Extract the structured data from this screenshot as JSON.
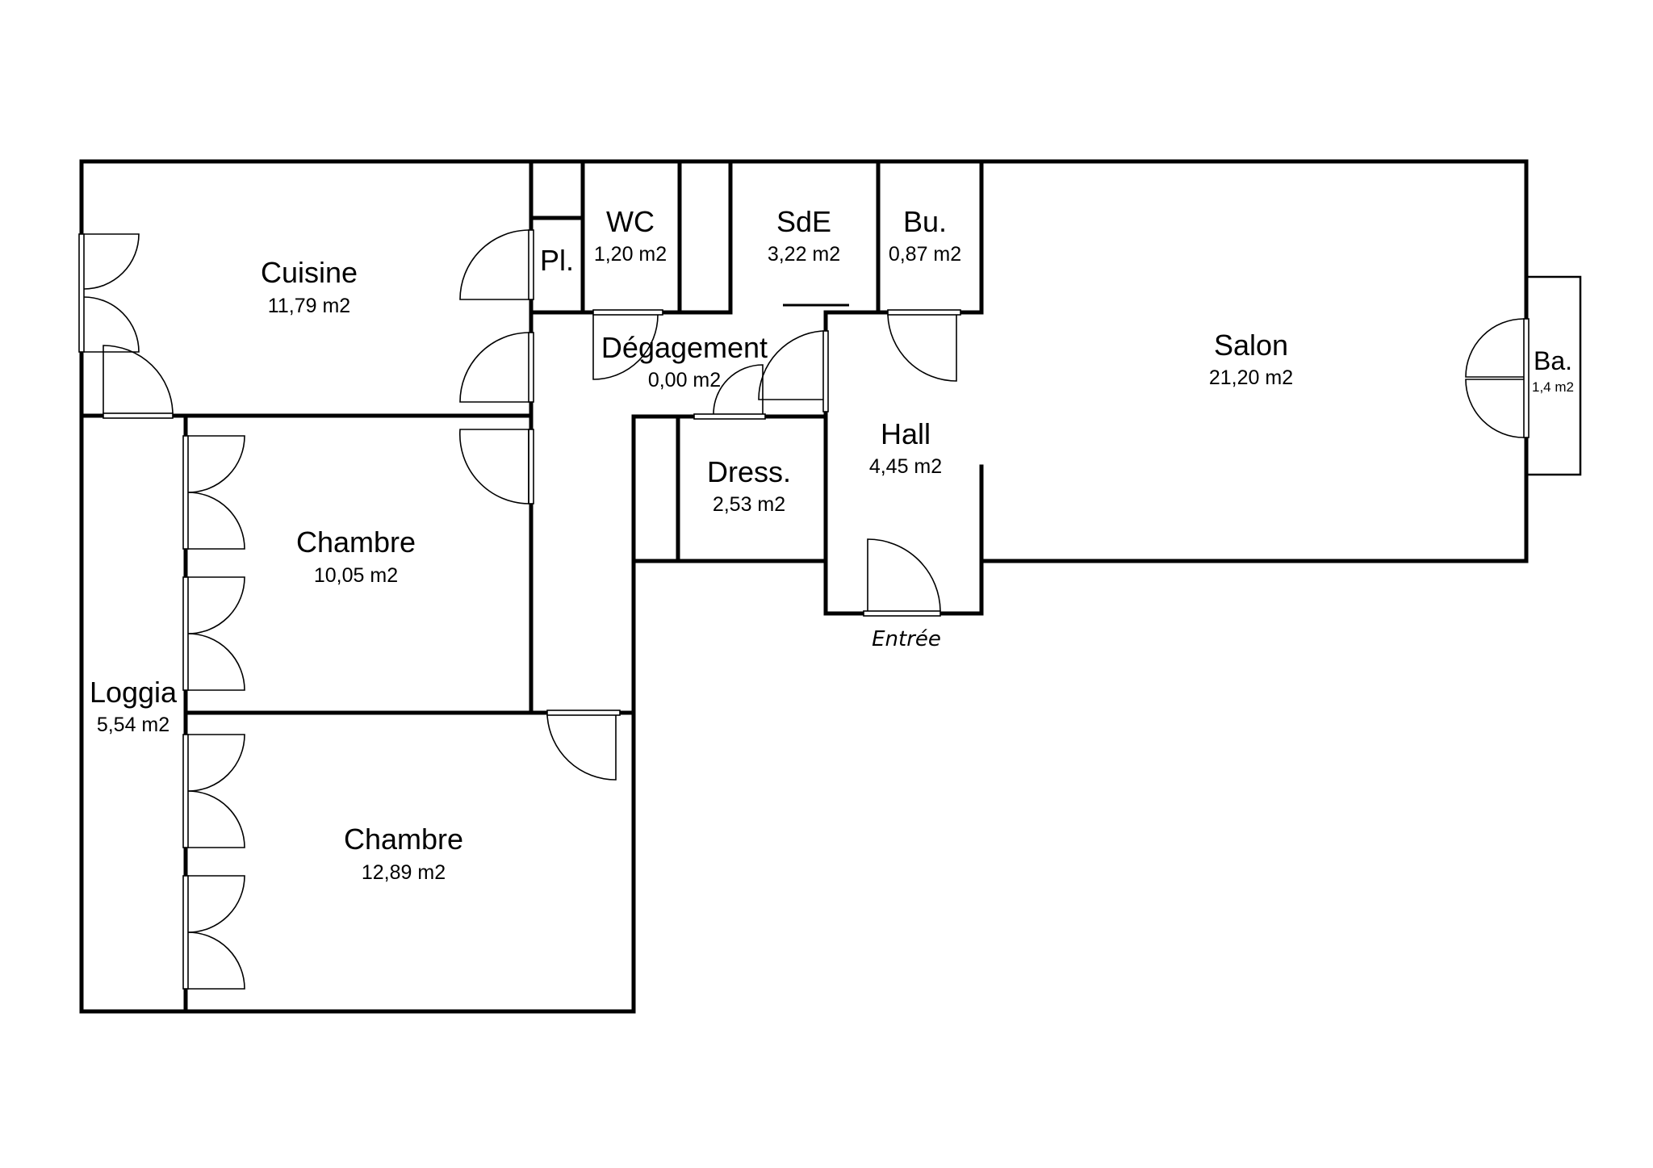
{
  "rooms": {
    "cuisine": {
      "name": "Cuisine",
      "area": "11,79 m2"
    },
    "placard": {
      "name": "Pl.",
      "area": ""
    },
    "wc": {
      "name": "WC",
      "area": "1,20 m2"
    },
    "sde": {
      "name": "SdE",
      "area": "3,22 m2"
    },
    "buanderie": {
      "name": "Bu.",
      "area": "0,87 m2"
    },
    "salon": {
      "name": "Salon",
      "area": "21,20 m2"
    },
    "balcon": {
      "name": "Ba.",
      "area": "1,4 m2"
    },
    "degagement": {
      "name": "Dégagement",
      "area": "0,00 m2"
    },
    "hall": {
      "name": "Hall",
      "area": "4,45 m2"
    },
    "dressing": {
      "name": "Dress.",
      "area": "2,53 m2"
    },
    "chambre1": {
      "name": "Chambre",
      "area": "10,05 m2"
    },
    "chambre2": {
      "name": "Chambre",
      "area": "12,89 m2"
    },
    "loggia": {
      "name": "Loggia",
      "area": "5,54 m2"
    }
  },
  "entry": {
    "label": "Entrée"
  }
}
